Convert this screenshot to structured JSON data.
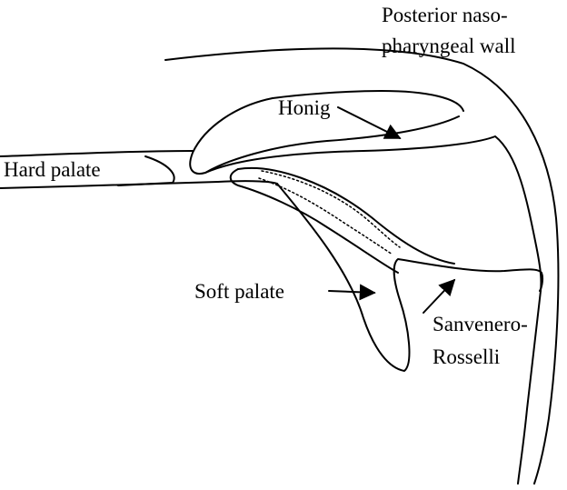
{
  "labels": {
    "posterior_wall_line1": "Posterior naso-",
    "posterior_wall_line2": "pharyngeal wall",
    "honig": "Honig",
    "hard_palate": "Hard palate",
    "soft_palate": "Soft palate",
    "sanvenero_line1": "Sanvenero-",
    "sanvenero_line2": "Rosselli"
  },
  "colors": {
    "ink": "#000000",
    "background": "#ffffff"
  }
}
